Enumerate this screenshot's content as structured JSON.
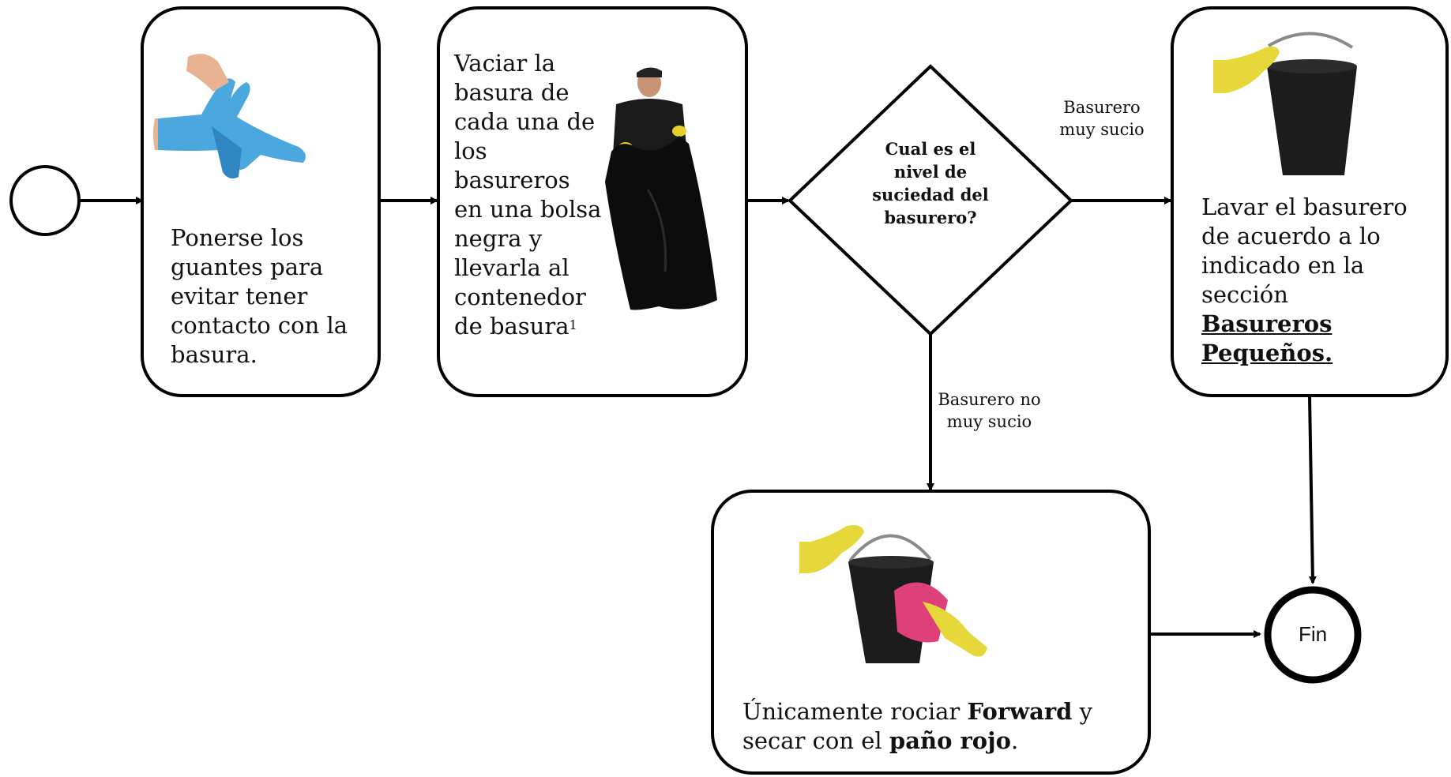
{
  "steps": {
    "gloves": {
      "text": "Ponerse los guantes para evitar tener contacto con la basura."
    },
    "empty": {
      "text": "Vaciar la basura de cada una de los basureros en una bolsa negra y llevarla al contenedor de basura",
      "footnote": "1"
    },
    "decision": {
      "text": "Cual es el nivel de suciedad del basurero?"
    },
    "wash": {
      "text": "Lavar el basurero de acuerdo a lo indicado en la sección",
      "link": "Basureros Pequeños."
    },
    "spray": {
      "pre": "Únicamente rociar ",
      "product": "Forward",
      "mid": "  y secar con el ",
      "cloth": "paño rojo",
      "post": "."
    },
    "end": {
      "label": "Fin"
    }
  },
  "edges": {
    "very_dirty": "Basurero muy sucio",
    "not_very_dirty": "Basurero no muy sucio"
  },
  "icons": {
    "gloves": "gloved-hands-icon",
    "worker": "worker-with-trash-bag-icon",
    "bucket": "gloved-hand-holding-bucket-icon",
    "bucket_cloth": "bucket-with-cloth-icon"
  },
  "colors": {
    "stroke": "#000000",
    "glove_blue": "#4aa8de",
    "glove_yellow": "#e6d83a",
    "cloth_pink": "#e0407a"
  }
}
